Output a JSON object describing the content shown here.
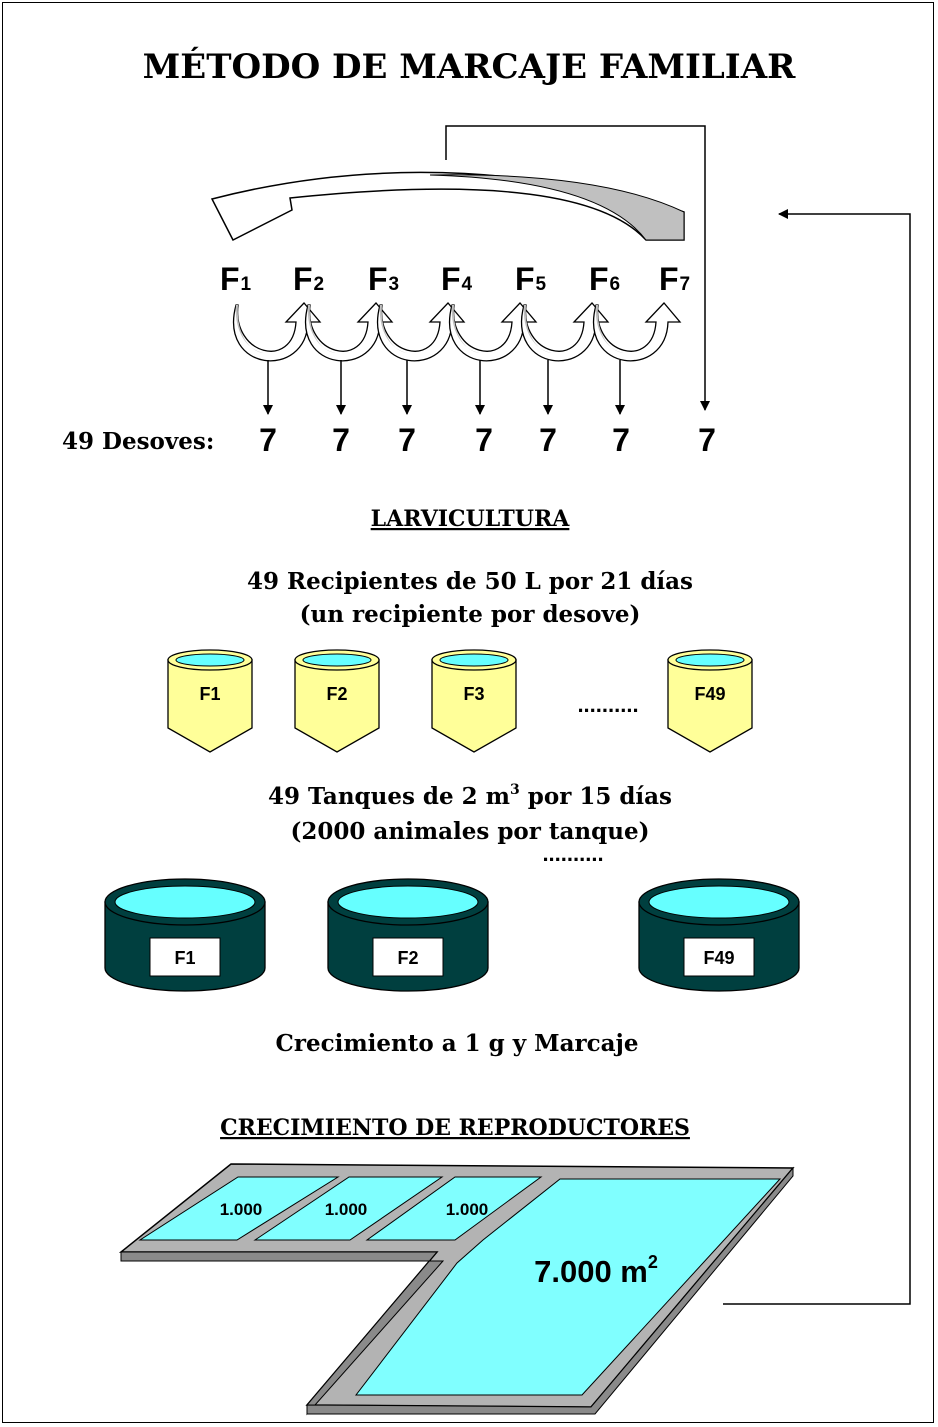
{
  "title": "MÉTODO DE MARCAJE FAMILIAR",
  "families": [
    {
      "letter": "F",
      "sub": "1"
    },
    {
      "letter": "F",
      "sub": "2"
    },
    {
      "letter": "F",
      "sub": "3"
    },
    {
      "letter": "F",
      "sub": "4"
    },
    {
      "letter": "F",
      "sub": "5"
    },
    {
      "letter": "F",
      "sub": "6"
    },
    {
      "letter": "F",
      "sub": "7"
    }
  ],
  "spawns": {
    "label": "49 Desoves:",
    "counts": [
      "7",
      "7",
      "7",
      "7",
      "7",
      "7",
      "7"
    ]
  },
  "larvicultura": {
    "heading": "LARVICULTURA",
    "line1": "49 Recipientes de 50 L por 21 días",
    "line2": "(un recipiente por desove)",
    "containers": [
      "F1",
      "F2",
      "F3",
      "F49"
    ],
    "ellipsis": ".........."
  },
  "tanks": {
    "line1_prefix": "49 Tanques de 2 m",
    "line1_sup": "3",
    "line1_suffix": " por 15 días",
    "line2": "(2000 animales por tanque)",
    "labels": [
      "F1",
      "F2",
      "F49"
    ],
    "ellipsis": ".........."
  },
  "growth_label": "Crecimiento a 1 g y Marcaje",
  "reproductores": {
    "heading": "CRECIMIENTO DE REPRODUCTORES",
    "ponds": [
      "1.000",
      "1.000",
      "1.000"
    ],
    "big_pond_prefix": "7.000 m",
    "big_pond_sup": "2"
  },
  "colors": {
    "bucket_fill": "#ffff99",
    "water": "#66ffff",
    "tank_body": "#003f3f",
    "pond_frame": "#b3b3b3",
    "pond_water": "#80ffff",
    "curve_fill": "#c0c0c0"
  }
}
